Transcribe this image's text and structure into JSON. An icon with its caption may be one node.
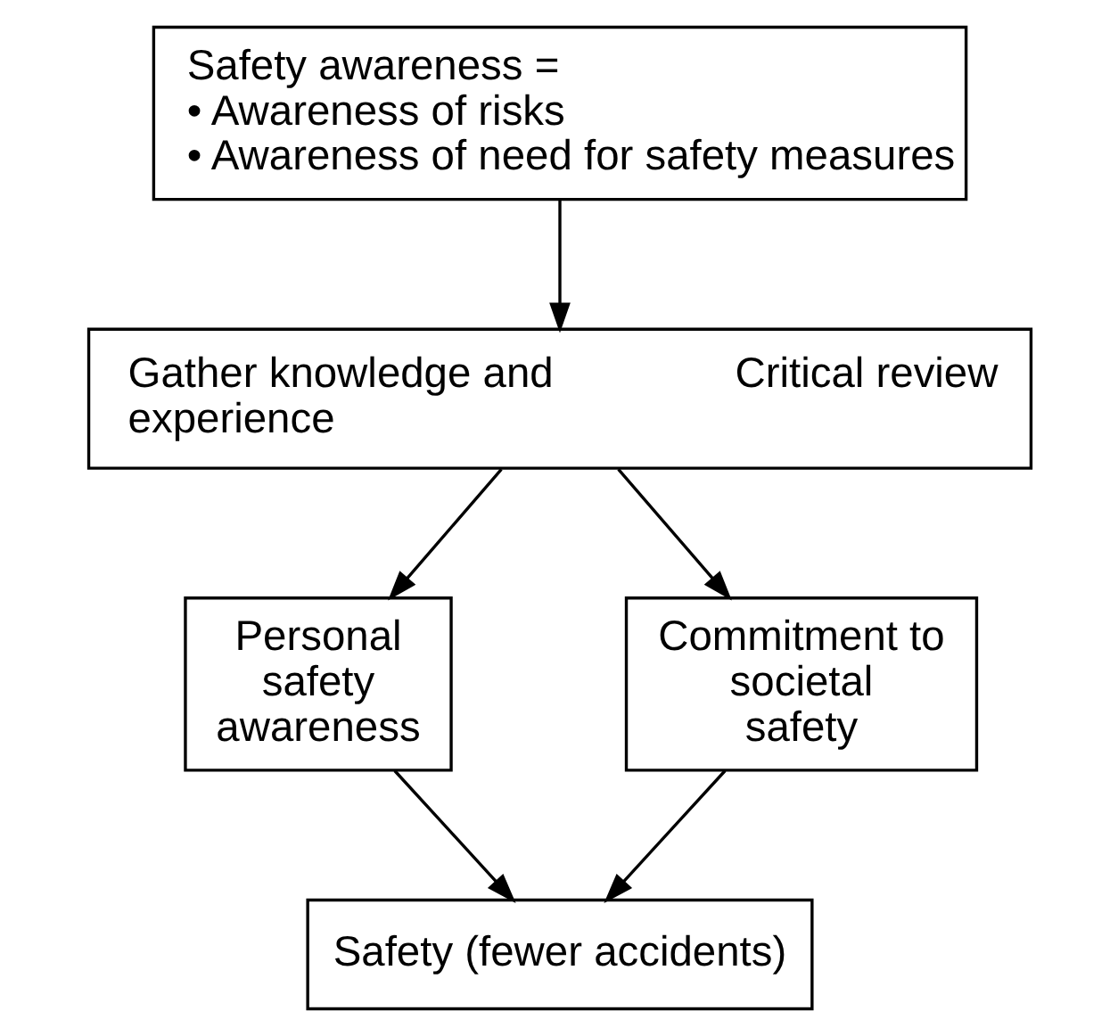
{
  "diagram": {
    "nodes": [
      {
        "text": [
          "Safety awareness =",
          "• Awareness of risks",
          "• Awareness of need for safety measures"
        ]
      },
      {
        "text": [
          "Gather knowledge and experience",
          "Critical review"
        ]
      },
      {
        "text": [
          "Personal safety awareness"
        ]
      },
      {
        "text": [
          "Commitment to societal safety"
        ]
      },
      {
        "text": [
          "Safety (fewer accidents)"
        ]
      }
    ],
    "edges": [
      {
        "from": 0,
        "to": 1,
        "arrow": "to"
      },
      {
        "from": 1,
        "to": 2,
        "arrow": "to"
      },
      {
        "from": 1,
        "to": 3,
        "arrow": "to"
      },
      {
        "from": 2,
        "to": 4,
        "arrow": "to"
      },
      {
        "from": 3,
        "to": 4,
        "arrow": "to"
      }
    ]
  }
}
